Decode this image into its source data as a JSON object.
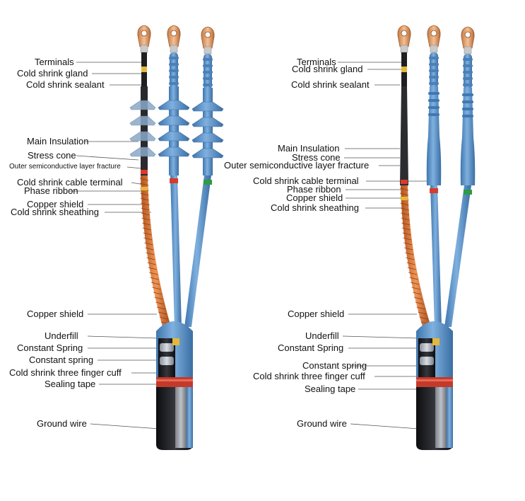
{
  "colors": {
    "insulation_blue": "#5a8fc6",
    "copper_orange": "#d8753a",
    "phase_red": "#d93a2b",
    "phase_green": "#2f9a47",
    "phase_yellow": "#e3b83a",
    "lug_copper": "#e1a06c",
    "sheath_black": "#1c1c1e"
  },
  "left": {
    "labels": [
      {
        "text": "Terminals"
      },
      {
        "text": "Cold shrink gland"
      },
      {
        "text": "Cold shrink sealant"
      },
      {
        "text": "Main Insulation"
      },
      {
        "text": "Stress cone"
      },
      {
        "text": "Outer semiconductive layer fracture"
      },
      {
        "text": "Cold shrink cable terminal"
      },
      {
        "text": "Phase ribbon"
      },
      {
        "text": "Copper shield"
      },
      {
        "text": "Cold shrink sheathing"
      },
      {
        "text": "Copper shield"
      },
      {
        "text": "Underfill"
      },
      {
        "text": "Constant Spring"
      },
      {
        "text": "Constant spring"
      },
      {
        "text": "Cold shrink three finger cuff"
      },
      {
        "text": "Sealing tape"
      },
      {
        "text": "Ground wire"
      }
    ]
  },
  "right": {
    "labels": [
      {
        "text": "Terminals"
      },
      {
        "text": "Cold shrink gland"
      },
      {
        "text": "Cold shrink sealant"
      },
      {
        "text": "Main Insulation"
      },
      {
        "text": "Stress  cone"
      },
      {
        "text": "Outer semiconductive layer fracture"
      },
      {
        "text": "Cold shrink cable terminal"
      },
      {
        "text": "Phase ribbon"
      },
      {
        "text": "Copper shield"
      },
      {
        "text": "Cold shrink sheathing"
      },
      {
        "text": "Copper shield"
      },
      {
        "text": "Underfill"
      },
      {
        "text": "Constant Spring"
      },
      {
        "text": "Constant spring"
      },
      {
        "text": "Cold shrink three finger cuff"
      },
      {
        "text": "Sealing tape"
      },
      {
        "text": "Ground wire"
      }
    ]
  }
}
